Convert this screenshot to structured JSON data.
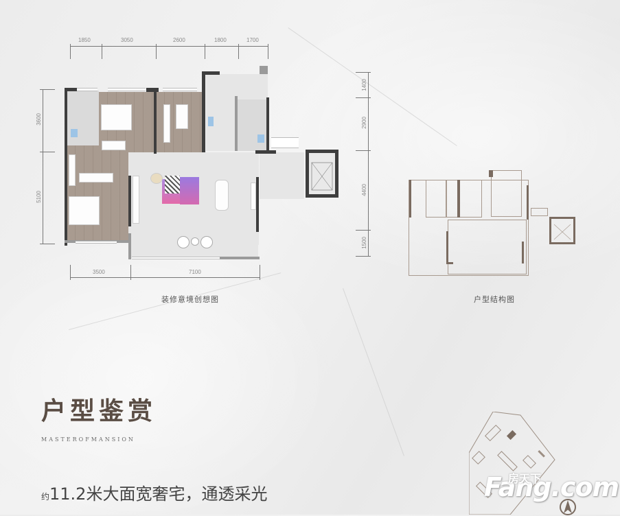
{
  "floorplan_decorated": {
    "caption": "装修意境创想图",
    "top_dimensions": [
      "1850",
      "3050",
      "2600",
      "1800",
      "1700"
    ],
    "left_dimensions": [
      "3600",
      "5100"
    ],
    "right_dimensions": [
      "1400",
      "2900",
      "4400",
      "1500"
    ],
    "bottom_dimensions": [
      "3500",
      "7100"
    ]
  },
  "floorplan_structure": {
    "caption": "户型结构图"
  },
  "heading": {
    "title": "户型鉴赏",
    "subtitle": "MASTEROFMANSION"
  },
  "tagline": {
    "prefix": "约",
    "text": "11.2米大面宽奢宅，通透采光"
  },
  "watermark": {
    "brand": "Fang.com",
    "brand_cn": "房天下"
  },
  "site_plan": {
    "compass": "north-arrow-icon"
  },
  "colors": {
    "accent_brown": "#5a4d44",
    "wall_dark": "#3e3e3e",
    "struct_wall": "#7a6b60",
    "sofa_purple": "#a36fd6",
    "sofa_pink": "#e36aa8"
  }
}
